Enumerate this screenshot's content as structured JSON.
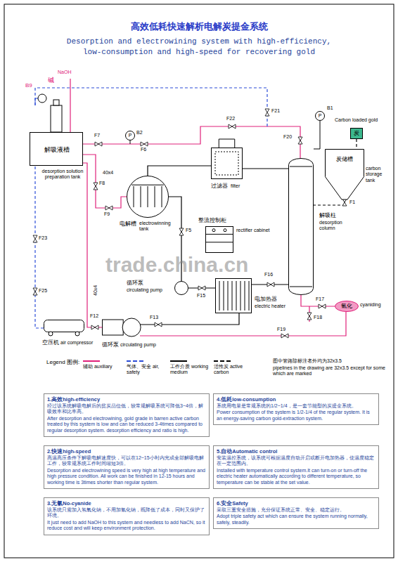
{
  "diagram": {
    "title": "高效低耗快速解析电解炭提金系统",
    "nodes": [
      {
        "text": [
          "解吸液槽",
          "desorption solution preparation tank"
        ]
      },
      {
        "text": [
          "电解槽",
          "electrowinning tank"
        ]
      },
      {
        "text": [
          "过滤器",
          "filter"
        ]
      },
      {
        "text": [
          "整流控制柜",
          "rectifier cabinet"
        ]
      },
      {
        "text": [
          "解吸柱",
          "desorption column"
        ]
      },
      {
        "text": [
          "炭储槽",
          "carbon storage tank"
        ]
      },
      {
        "text": [
          "Carbon loaded gold",
          "炭"
        ]
      },
      {
        "text": [
          "循环泵",
          "circulating pump"
        ]
      },
      {
        "text": [
          "电加热器",
          "electric heater"
        ]
      },
      {
        "text": [
          "氰化",
          "cyaniding"
        ]
      },
      {
        "text": [
          "空压机",
          "air compressor"
        ]
      },
      {
        "text": [
          "循环泵",
          "circulating pump"
        ]
      },
      {
        "text": [
          "P"
        ]
      },
      {
        "text": [
          "P"
        ]
      },
      {
        "text": [
          "1.高效high-efficiency",
          "经过该系统解吸电解后的贫炭品位低，较常规解吸系统可降低3~4倍，解吸效率和比率高。",
          "After desorption and electrowining, gold grade in barren active carbon treated by this system is low and can be reduced 3-4times compared to regular desorption system. desorption efficiency and ratio is high."
        ]
      },
      {
        "text": [
          "4.低耗low-consumption",
          "系统用电量是常规系统的1/2~1/4，是一套节能型的炭提金系统。",
          "Power consumption of the system is 1/2-1/4 of the regular system. It is an energy-saving carbon gold-extraction system."
        ]
      },
      {
        "text": [
          "2.快速high-speed",
          "高温高压条件下解吸电解速度快，可以在12~15小时内完成全部解吸电解工作，较常规系统工作时间缩短3倍。",
          "Desorption and electrowining speed is very high at high temperature and high pressure condition. All work can be finished in 12-15 hours and working time is 3times shorter than regular system."
        ]
      },
      {
        "text": [
          "5.自动Automatic control",
          "安装温控系统，该系统可根据温度自动开启或断开电加热器，使温度稳定在一定范围内。",
          "Installed with temperature control system.It can turn-on or turn-off the electric heater automatically according to different temperature, so temperature can be stable at the set value."
        ]
      },
      {
        "text": [
          "3.无氰No-cyanide",
          "该系统只需加入氢氧化钠，不用加氰化钠，既降低了成本，同时又保护了环境。",
          "It just need to add NaOH to this system and needless to add NaCN, so it reduce cost and will keep environment protection."
        ]
      },
      {
        "text": [
          "6.安全Safety",
          "采取三重安全措施，充分保证系统正常、安全、稳定运行。",
          "Adopt triple safety act which can ensure the system running normally, safely, steadily."
        ]
      }
    ],
    "edges": [
      {
        "from": 0,
        "to": 1,
        "arrow": "none"
      },
      {
        "from": 1,
        "to": 2,
        "arrow": "none"
      },
      {
        "from": 2,
        "to": 4,
        "arrow": "none"
      },
      {
        "from": 1,
        "to": 7,
        "arrow": "none"
      },
      {
        "from": 7,
        "to": 8,
        "arrow": "none"
      },
      {
        "from": 8,
        "to": 4,
        "arrow": "none"
      },
      {
        "from": 5,
        "to": 4,
        "arrow": "none"
      },
      {
        "from": 6,
        "to": 5,
        "arrow": "none"
      },
      {
        "from": 4,
        "to": 9,
        "arrow": "none"
      },
      {
        "from": 0,
        "to": 11,
        "arrow": "none"
      },
      {
        "from": 10,
        "to": 0,
        "arrow": "none"
      },
      {
        "from": 11,
        "to": 8,
        "arrow": "none"
      },
      {
        "from": 9,
        "to": 11,
        "arrow": "none"
      }
    ],
    "labels": [
      "Desorption and electrowining system with high-efficiency, low-consumption and high-speed for recovering gold",
      "B9",
      "碱",
      "NaOH",
      "F7",
      "B2",
      "F6",
      "40x4",
      "F8",
      "F9",
      "F5",
      "F22",
      "F21",
      "F20",
      "B1",
      "F1",
      "F23",
      "F25",
      "F15",
      "F16",
      "F17",
      "F18",
      "F12",
      "F13",
      "F19",
      "40x4",
      "trade.china.cn",
      "Legend 图例:",
      "图中管路除标注者外均为32x3.5",
      "pipelines in the drawing are 32x3.5 except for some which are marked"
    ],
    "legend": [
      {
        "text": "辅助 auxiliary",
        "color": "#e0207a"
      },
      {
        "text": "气体、安全 air, safety",
        "color": "#2a4bd7"
      },
      {
        "text": "工作介质 working medium",
        "color": "#000000"
      },
      {
        "text": "活性炭 active carbon",
        "color": "#000000"
      }
    ]
  }
}
